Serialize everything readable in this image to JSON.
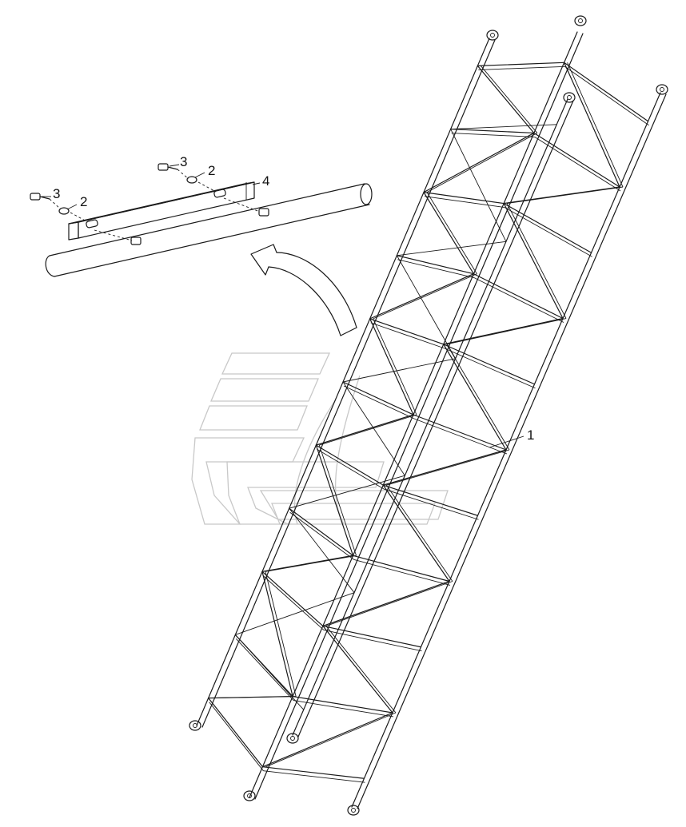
{
  "diagram": {
    "callouts": [
      {
        "id": "c3a",
        "text": "3"
      },
      {
        "id": "c2a",
        "text": "2"
      },
      {
        "id": "c3b",
        "text": "3"
      },
      {
        "id": "c2b",
        "text": "2"
      },
      {
        "id": "c4",
        "text": "4"
      },
      {
        "id": "c1",
        "text": "1"
      }
    ],
    "colors": {
      "line": "#1a1a1a",
      "watermark": "#c8c8c8",
      "background": "#ffffff"
    },
    "icons": {
      "watermark": "watermark-logo-icon",
      "arrow": "curved-arrow-icon"
    }
  }
}
